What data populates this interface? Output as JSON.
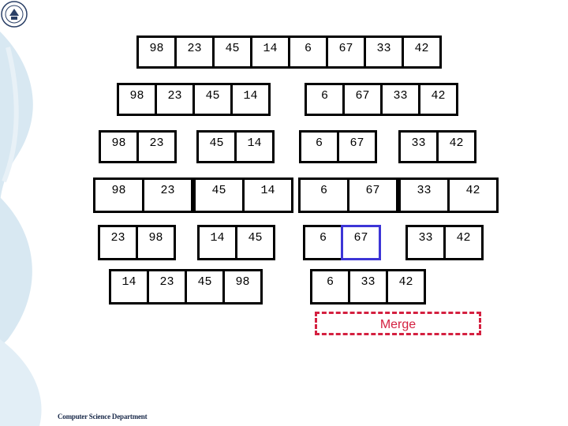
{
  "logo": {
    "icon": "university-seal-icon"
  },
  "footer": {
    "text": "Computer Science Department"
  },
  "merge_label": "Merge",
  "colors": {
    "highlight": "#3d35d6",
    "merge": "#d42040",
    "swoosh": "#cfe3ef"
  },
  "rows": [
    {
      "level": 0,
      "groups": [
        {
          "values": [
            "98",
            "23",
            "45",
            "14",
            "6",
            "67",
            "33",
            "42"
          ]
        }
      ]
    },
    {
      "level": 1,
      "groups": [
        {
          "values": [
            "98",
            "23",
            "45",
            "14"
          ]
        },
        {
          "values": [
            "6",
            "67",
            "33",
            "42"
          ]
        }
      ]
    },
    {
      "level": 2,
      "groups": [
        {
          "values": [
            "98",
            "23"
          ]
        },
        {
          "values": [
            "45",
            "14"
          ]
        },
        {
          "values": [
            "6",
            "67"
          ]
        },
        {
          "values": [
            "33",
            "42"
          ]
        }
      ]
    },
    {
      "level": 3,
      "groups": [
        {
          "values": [
            "98"
          ]
        },
        {
          "values": [
            "23"
          ]
        },
        {
          "values": [
            "45"
          ]
        },
        {
          "values": [
            "14"
          ]
        },
        {
          "values": [
            "6"
          ]
        },
        {
          "values": [
            "67"
          ]
        },
        {
          "values": [
            "33"
          ]
        },
        {
          "values": [
            "42"
          ]
        }
      ]
    },
    {
      "level": 4,
      "groups": [
        {
          "values": [
            "23",
            "98"
          ]
        },
        {
          "values": [
            "14",
            "45"
          ]
        },
        {
          "values": [
            "6",
            "67"
          ]
        },
        {
          "values": [
            "33",
            "42"
          ]
        }
      ]
    },
    {
      "level": 5,
      "groups": [
        {
          "values": [
            "14",
            "23",
            "45",
            "98"
          ]
        },
        {
          "values": [
            "6",
            "33",
            "42"
          ]
        }
      ]
    }
  ]
}
